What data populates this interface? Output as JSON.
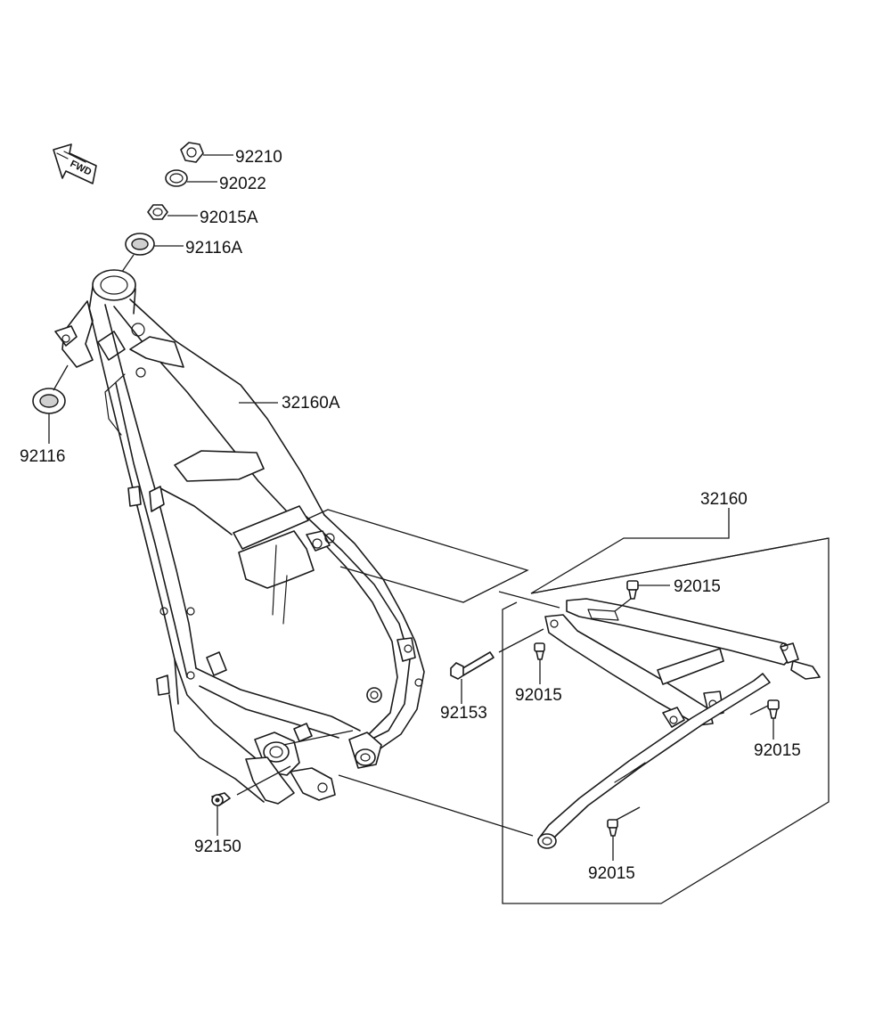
{
  "fwd_indicator": {
    "text": "FWD"
  },
  "callouts": {
    "nut_top": "92210",
    "washer": "92022",
    "nut_stem": "92015A",
    "bearing_upper": "92116A",
    "frame_main": "32160A",
    "bearing_lower": "92116",
    "subframe": "32160",
    "bolt_sub_top": "92015",
    "bolt_sub_mid": "92015",
    "bolt_long": "92153",
    "bolt_sub_right": "92015",
    "bolt_frame": "92150",
    "bolt_sub_bottom": "92015"
  }
}
